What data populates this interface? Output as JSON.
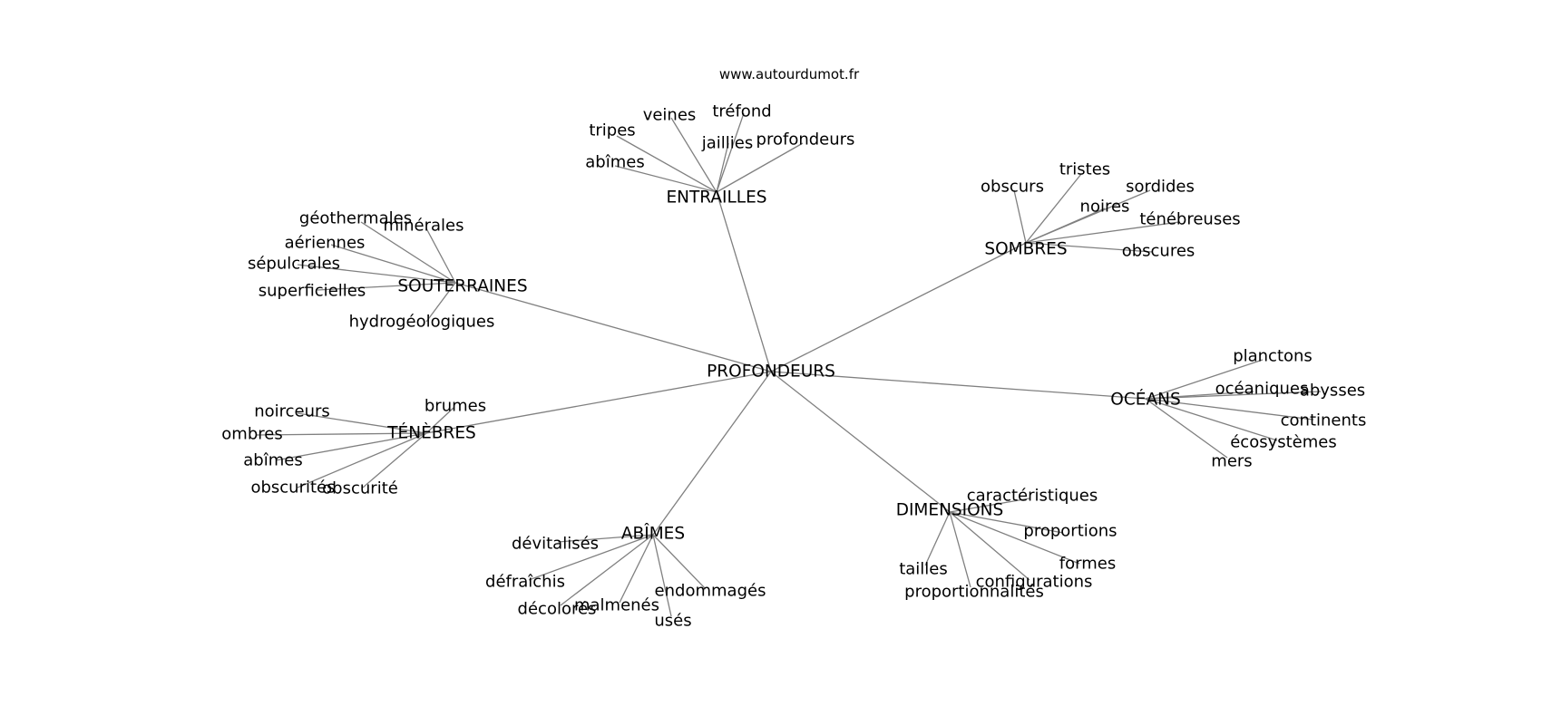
{
  "source_label": "www.autourdumot.fr",
  "center": "PROFONDEURS",
  "clusters": [
    {
      "label": "ENTRAILLES",
      "words": [
        "abîmes",
        "tripes",
        "veines",
        "tréfond",
        "jaillies",
        "profondeurs"
      ]
    },
    {
      "label": "SOMBRES",
      "words": [
        "obscurs",
        "tristes",
        "sordides",
        "noires",
        "ténébreuses",
        "obscures"
      ]
    },
    {
      "label": "SOUTERRAINES",
      "words": [
        "géothermales",
        "minérales",
        "aériennes",
        "sépulcrales",
        "superficielles",
        "hydrogéologiques"
      ]
    },
    {
      "label": "TÉNÈBRES",
      "words": [
        "brumes",
        "noirceurs",
        "ombres",
        "abîmes",
        "obscurités",
        "obscurité"
      ]
    },
    {
      "label": "OCÉANS",
      "words": [
        "planctons",
        "océaniques",
        "abysses",
        "continents",
        "écosystèmes",
        "mers"
      ]
    },
    {
      "label": "ABÎMES",
      "words": [
        "dévitalisés",
        "défraîchis",
        "décolorés",
        "malmenés",
        "usés",
        "endommagés"
      ]
    },
    {
      "label": "DIMENSIONS",
      "words": [
        "caractéristiques",
        "proportions",
        "formes",
        "tailles",
        "configurations",
        "proportionnalités"
      ]
    }
  ]
}
